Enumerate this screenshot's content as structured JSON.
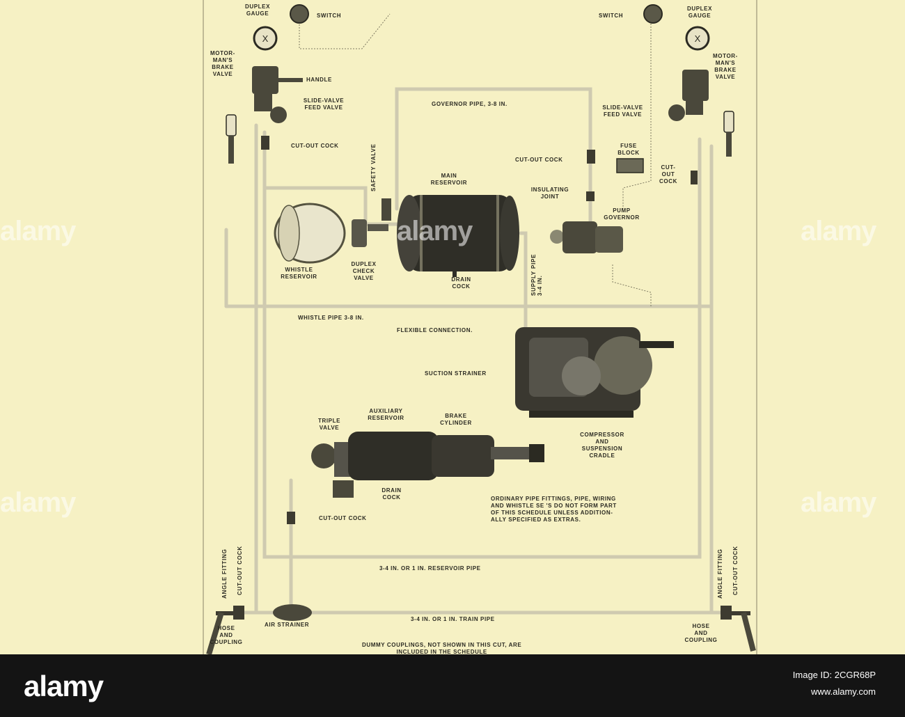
{
  "labels": {
    "duplex_gauge_left": "DUPLEX\nGAUGE",
    "switch_left": "SWITCH",
    "switch_right": "SWITCH",
    "duplex_gauge_right": "DUPLEX\nGAUGE",
    "motormans_brake_valve_left": "MOTOR-\nMAN'S\nBRAKE\nVALVE",
    "motormans_brake_valve_right": "MOTOR-\nMAN'S\nBRAKE\nVALVE",
    "handle": "HANDLE",
    "slide_valve_feed_valve_left": "SLIDE-VALVE\nFEED VALVE",
    "slide_valve_feed_valve_right": "SLIDE-VALVE\nFEED VALVE",
    "governor_pipe": "GOVERNOR PIPE, 3-8 IN.",
    "cut_out_cock_left": "CUT-OUT COCK",
    "safety_valve": "SAFETY VALVE",
    "cut_out_cock_center": "CUT-OUT COCK",
    "fuse_block": "FUSE\nBLOCK",
    "cut_out_cock_right": "CUT-\nOUT\nCOCK",
    "main_reservoir": "MAIN\nRESERVOIR",
    "insulating_joint": "INSULATING\nJOINT",
    "pump_governor": "PUMP\nGOVERNOR",
    "whistle_reservoir": "WHISTLE\nRESERVOIR",
    "duplex_check_valve": "DUPLEX\nCHECK\nVALVE",
    "drain_cock_main": "DRAIN\nCOCK",
    "supply_pipe": "SUPPLY PIPE\n3-4 IN.",
    "whistle_pipe": "WHISTLE PIPE 3-8 IN.",
    "flexible_connection": "FLEXIBLE CONNECTION.",
    "suction_strainer": "SUCTION STRAINER",
    "auxiliary_reservoir": "AUXILIARY\nRESERVOIR",
    "brake_cylinder": "BRAKE\nCYLINDER",
    "triple_valve": "TRIPLE\nVALVE",
    "compressor": "COMPRESSOR\nAND\nSUSPENSION\nCRADLE",
    "drain_cock_aux": "DRAIN\nCOCK",
    "cut_out_cock_lower": "CUT-OUT COCK",
    "note": "ORDINARY PIPE FITTINGS, PIPE, WIRING\nAND WHISTLE SE 'S  DO NOT FORM PART\nOF THIS SCHEDULE UNLESS ADDITION-\nALLY SPECIFIED AS EXTRAS.",
    "angle_fitting_left": "ANGLE FITTING",
    "cut_out_cock_vert_left": "CUT-OUT COCK",
    "angle_fitting_right": "ANGLE FITTING",
    "cut_out_cock_vert_right": "CUT-OUT COCK",
    "reservoir_pipe": "3-4 IN. OR 1 IN. RESERVOIR PIPE",
    "train_pipe": "3-4 IN. OR 1 IN. TRAIN PIPE",
    "air_strainer": "AIR STRAINER",
    "hose_coupling_left": "HOSE\nAND\nCOUPLING",
    "hose_coupling_right": "HOSE\nAND\nCOUPLING",
    "dummy_couplings": "DUMMY COUPLINGS, NOT SHOWN IN THIS CUT, ARE\nINCLUDED IN THE SCHEDULE"
  },
  "watermark": "alamy",
  "footer": {
    "logo": "alamy",
    "image_id": "Image ID: 2CGR68P",
    "url": "www.alamy.com"
  },
  "colors": {
    "paper": "#f6f1c4",
    "ink": "#2b2a22",
    "footer_bg": "#141414"
  }
}
